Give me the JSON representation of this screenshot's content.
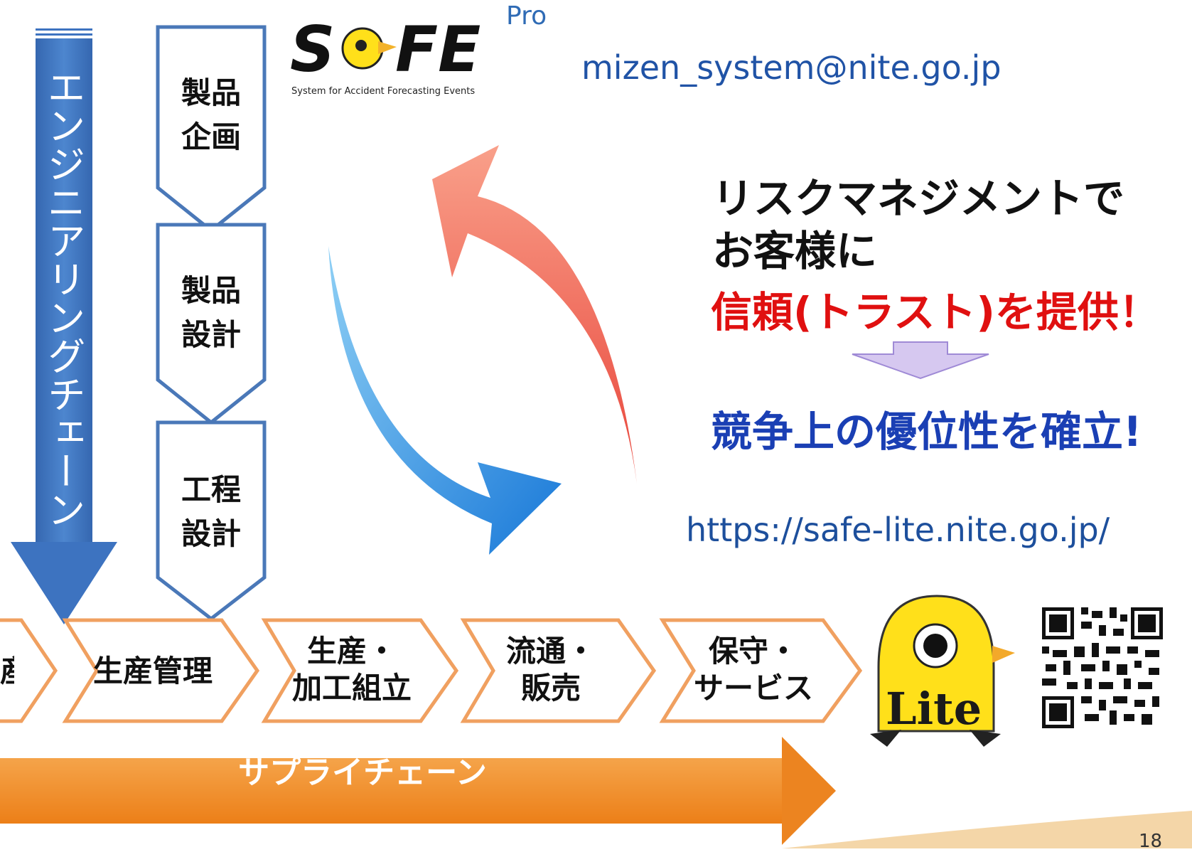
{
  "engineering_chain": {
    "label": "エンジニアリングチェーン"
  },
  "vertical_steps": [
    {
      "label_line1": "製品",
      "label_line2": "企画"
    },
    {
      "label_line1": "製品",
      "label_line2": "設計"
    },
    {
      "label_line1": "工程",
      "label_line2": "設計"
    }
  ],
  "horizontal_steps": [
    {
      "label_line1": "生産管理",
      "label_line2": ""
    },
    {
      "label_line1": "生産・",
      "label_line2": "加工組立"
    },
    {
      "label_line1": "流通・",
      "label_line2": "販売"
    },
    {
      "label_line1": "保守・",
      "label_line2": "サービス"
    }
  ],
  "partial_step_glyph": "産",
  "safe_logo": {
    "text": "S  FE",
    "subtitle": "System for Accident Forecasting Events",
    "pro": "Pro"
  },
  "email": "mizen_system@nite.go.jp",
  "message": {
    "line1": "リスクマネジメントで",
    "line2": "お客様に",
    "line3": "信頼(トラスト)を提供！",
    "line4": "競争上の優位性を確立!"
  },
  "url": "https://safe-lite.nite.go.jp/",
  "lite_logo": {
    "text": "Lite"
  },
  "supply_chain": {
    "label": "サプライチェーン"
  },
  "page_number": "18",
  "colors": {
    "eng_arrow": "#3d73c0",
    "box_border_blue": "#4a78b8",
    "box_border_orange": "#f0a060",
    "supply_arrow": "#f08a24",
    "red_arrow": "#e8503a",
    "blue_arrow": "#1e88e5",
    "lite_yellow": "#ffe01a"
  }
}
